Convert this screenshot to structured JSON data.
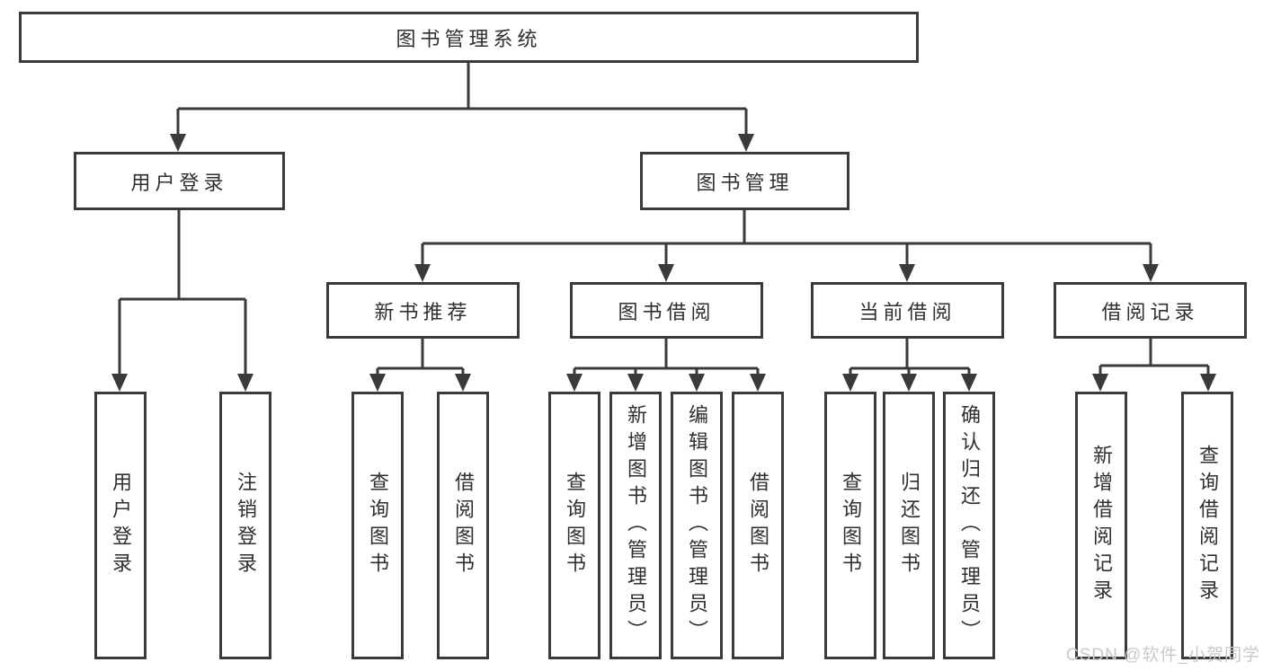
{
  "tree": {
    "label": "图书管理系统",
    "children": [
      {
        "label": "用户登录",
        "children": [
          {
            "label": "用户登录"
          },
          {
            "label": "注销登录"
          }
        ]
      },
      {
        "label": "图书管理",
        "children": [
          {
            "label": "新书推荐",
            "children": [
              {
                "label": "查询图书"
              },
              {
                "label": "借阅图书"
              }
            ]
          },
          {
            "label": "图书借阅",
            "children": [
              {
                "label": "查询图书"
              },
              {
                "label": "新增图书（管理员）"
              },
              {
                "label": "编辑图书（管理员）"
              },
              {
                "label": "借阅图书"
              }
            ]
          },
          {
            "label": "当前借阅",
            "children": [
              {
                "label": "查询图书"
              },
              {
                "label": "归还图书"
              },
              {
                "label": "确认归还（管理员）"
              }
            ]
          },
          {
            "label": "借阅记录",
            "children": [
              {
                "label": "新增借阅记录"
              },
              {
                "label": "查询借阅记录"
              }
            ]
          }
        ]
      }
    ]
  },
  "watermark": {
    "text": "CSDN @软件_小贺同学"
  },
  "colors": {
    "line": "#3a3a3a",
    "box_border": "#3a3a3a",
    "box_fill": "#ffffff",
    "text": "#2f2f2f",
    "watermark": "#c9c9c9",
    "background": "#ffffff"
  }
}
